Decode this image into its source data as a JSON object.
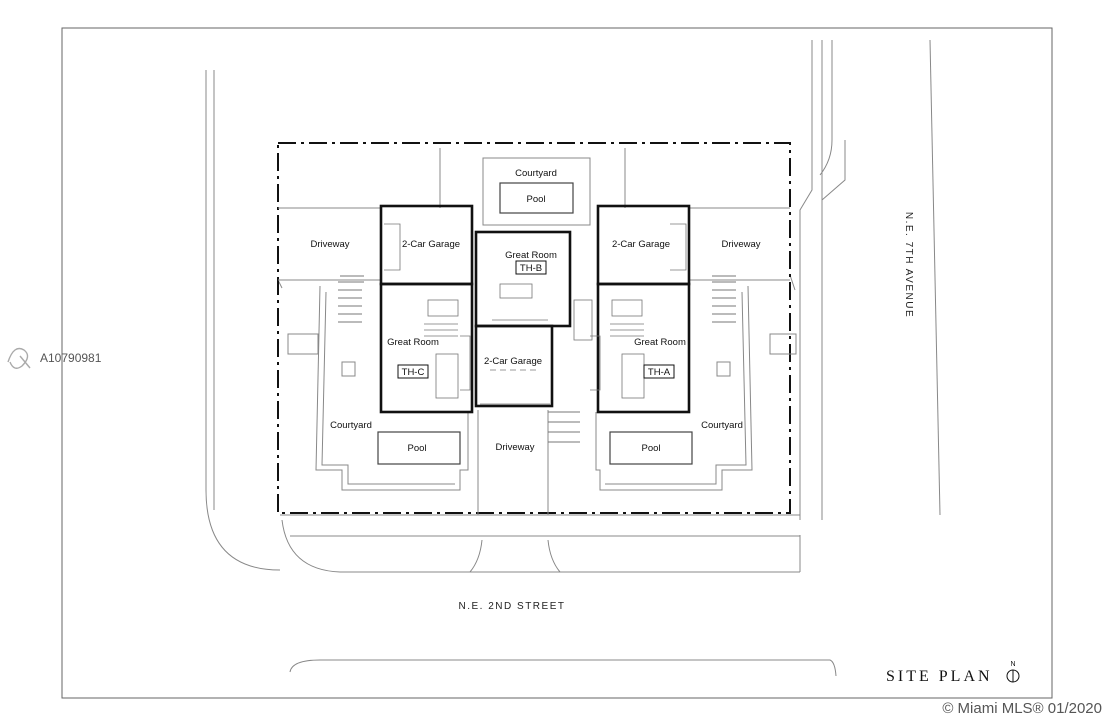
{
  "labels": {
    "courtyard_top": "Courtyard",
    "pool_top": "Pool",
    "driveway_left": "Driveway",
    "garage_left": "2-Car Garage",
    "great_room_center": "Great Room",
    "unit_b": "TH-B",
    "garage_right": "2-Car Garage",
    "driveway_right": "Driveway",
    "great_room_left": "Great Room",
    "unit_c": "TH-C",
    "garage_center": "2-Car Garage",
    "great_room_right": "Great Room",
    "unit_a": "TH-A",
    "courtyard_left": "Courtyard",
    "pool_left": "Pool",
    "driveway_center": "Driveway",
    "pool_right": "Pool",
    "courtyard_right": "Courtyard"
  },
  "streets": {
    "south": "N.E. 2ND STREET",
    "east": "N.E. 7TH AVENUE"
  },
  "title": "SITE PLAN",
  "north_marker": "N",
  "watermark": {
    "listing_id": "A10790981",
    "copyright": "© Miami MLS® 01/2020"
  }
}
